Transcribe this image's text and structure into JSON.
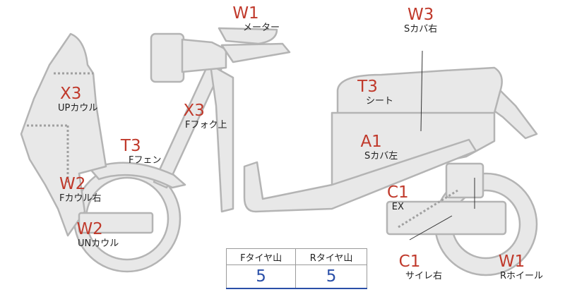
{
  "colors": {
    "code": "#c0392b",
    "label": "#222222",
    "bike_fill": "#e8e8e8",
    "bike_stroke": "#b4b4b4",
    "dotted": "#a0a0a0",
    "tire_value": "#2a4fa8"
  },
  "parts": {
    "meter": {
      "code": "W1",
      "label": "メーター"
    },
    "s_cover_right": {
      "code": "W3",
      "label": "Sカバ右"
    },
    "up_cowl": {
      "code": "X3",
      "label": "UPカウル"
    },
    "seat": {
      "code": "T3",
      "label": "シート"
    },
    "f_fork_upper": {
      "code": "X3",
      "label": "Fフォク上"
    },
    "f_fender": {
      "code": "T3",
      "label": "Fフェン"
    },
    "s_cover_left": {
      "code": "A1",
      "label": "Sカバ左"
    },
    "f_cowl_right": {
      "code": "W2",
      "label": "Fカウル右"
    },
    "exhaust": {
      "code": "C1",
      "label": "EX"
    },
    "un_cowl": {
      "code": "W2",
      "label": "UNカウル"
    },
    "muffler_right": {
      "code": "C1",
      "label": "サイレ右"
    },
    "r_wheel": {
      "code": "W1",
      "label": "Rホイール"
    }
  },
  "tire_table": {
    "headers": [
      "Fタイヤ山",
      "Rタイヤ山"
    ],
    "values": [
      "5",
      "5"
    ]
  }
}
